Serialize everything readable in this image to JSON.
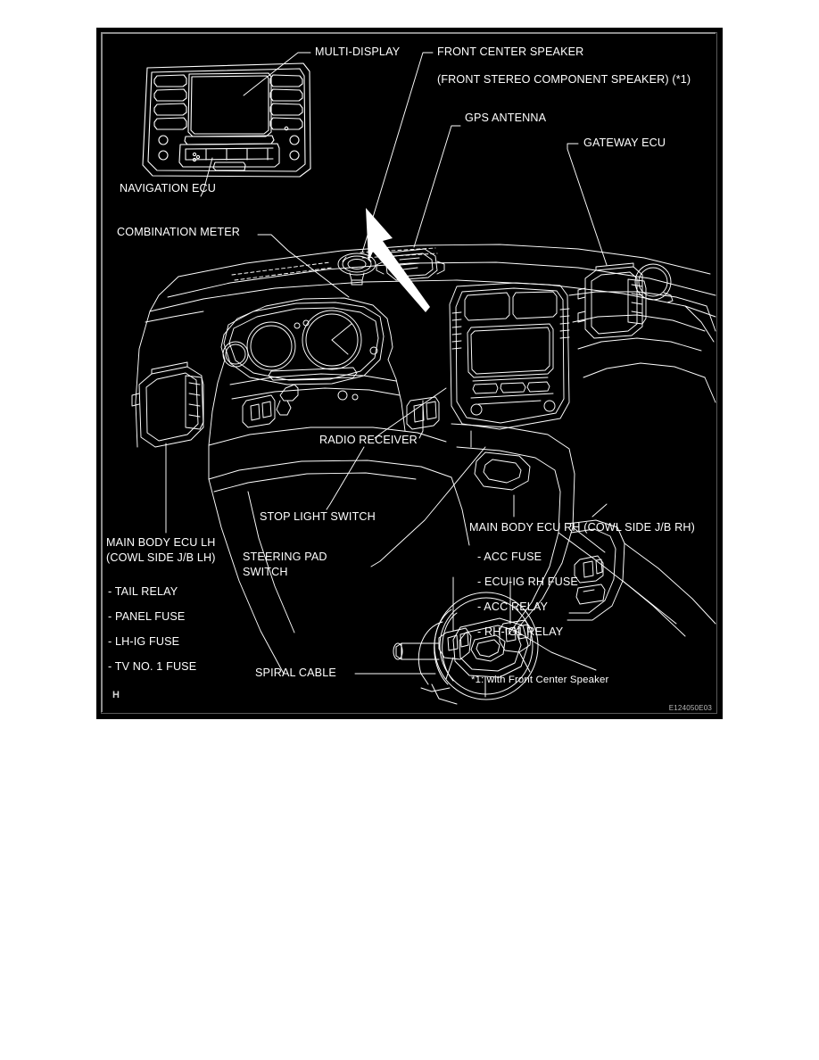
{
  "figure": {
    "corner_marker": "H",
    "figure_id": "E124050E03",
    "footnote": "*1: with Front Center Speaker"
  },
  "labels": {
    "multi_display": "MULTI-DISPLAY",
    "front_center_speaker": "FRONT CENTER SPEAKER",
    "front_stereo_component_speaker": "(FRONT STEREO COMPONENT SPEAKER) (*1)",
    "gps_antenna": "GPS ANTENNA",
    "gateway_ecu": "GATEWAY ECU",
    "navigation_ecu": "NAVIGATION ECU",
    "combination_meter": "COMBINATION METER",
    "radio_receiver": "RADIO RECEIVER",
    "stop_light_switch": "STOP LIGHT SWITCH",
    "steering_pad_switch_line1": "STEERING PAD",
    "steering_pad_switch_line2": "SWITCH",
    "spiral_cable": "SPIRAL CABLE",
    "main_body_ecu_lh_line1": "MAIN BODY ECU LH",
    "main_body_ecu_lh_line2": "(COWL SIDE J/B LH)",
    "main_body_ecu_rh": "MAIN BODY ECU RH (COWL SIDE J/B RH)"
  },
  "lh_items": [
    "- TAIL RELAY",
    "- PANEL FUSE",
    "- LH-IG FUSE",
    "- TV NO. 1 FUSE"
  ],
  "rh_items": [
    "- ACC FUSE",
    "- ECU-IG RH FUSE",
    "- ACC RELAY",
    "- RH-IG1 RELAY"
  ],
  "colors": {
    "panel_background": "#000000",
    "line_art": "#ffffff",
    "inset_border": "#8d8d8d",
    "page_background": "#ffffff"
  }
}
